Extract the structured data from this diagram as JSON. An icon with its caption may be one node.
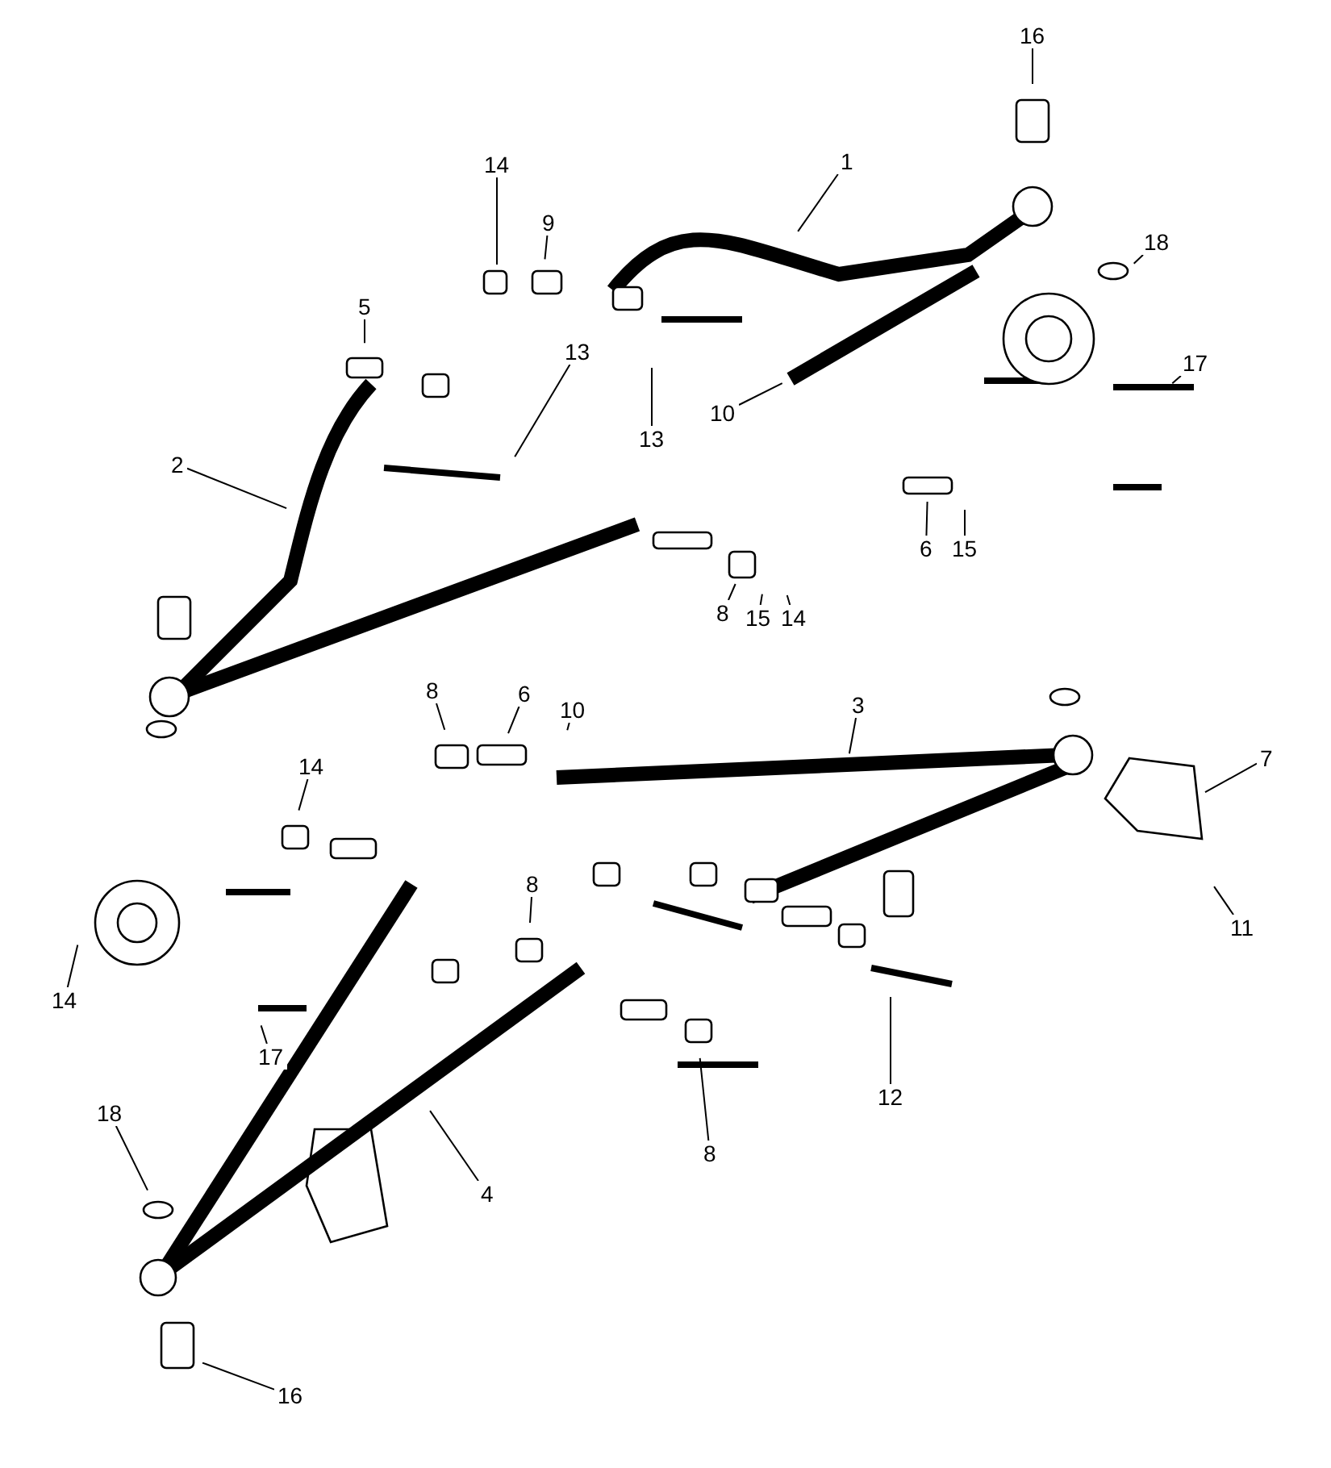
{
  "diagram": {
    "nodes": [
      {
        "text": [
          "16"
        ]
      },
      {
        "text": [
          "1"
        ]
      },
      {
        "text": [
          "14"
        ]
      },
      {
        "text": [
          "9"
        ]
      },
      {
        "text": [
          "18"
        ]
      },
      {
        "text": [
          "5"
        ]
      },
      {
        "text": [
          "13"
        ]
      },
      {
        "text": [
          "13"
        ]
      },
      {
        "text": [
          "10"
        ]
      },
      {
        "text": [
          "17"
        ]
      },
      {
        "text": [
          "2"
        ]
      },
      {
        "text": [
          "6"
        ]
      },
      {
        "text": [
          "15"
        ]
      },
      {
        "text": [
          "8"
        ]
      },
      {
        "text": [
          "15"
        ]
      },
      {
        "text": [
          "14"
        ]
      },
      {
        "text": [
          "8"
        ]
      },
      {
        "text": [
          "6"
        ]
      },
      {
        "text": [
          "10"
        ]
      },
      {
        "text": [
          "3"
        ]
      },
      {
        "text": [
          "7"
        ]
      },
      {
        "text": [
          "14"
        ]
      },
      {
        "text": [
          "11"
        ]
      },
      {
        "text": [
          "8"
        ]
      },
      {
        "text": [
          "14"
        ]
      },
      {
        "text": [
          "17"
        ]
      },
      {
        "text": [
          "12"
        ]
      },
      {
        "text": [
          "4"
        ]
      },
      {
        "text": [
          "8"
        ]
      },
      {
        "text": [
          "18"
        ]
      },
      {
        "text": [
          "16"
        ]
      }
    ],
    "edges": [
      {
        "from": 0,
        "to": null,
        "arrow": "none"
      },
      {
        "from": 1,
        "to": null,
        "arrow": "none"
      },
      {
        "from": 2,
        "to": null,
        "arrow": "none"
      },
      {
        "from": 3,
        "to": null,
        "arrow": "none"
      },
      {
        "from": 4,
        "to": null,
        "arrow": "none"
      },
      {
        "from": 5,
        "to": null,
        "arrow": "none"
      },
      {
        "from": 6,
        "to": null,
        "arrow": "none"
      },
      {
        "from": 7,
        "to": null,
        "arrow": "none"
      },
      {
        "from": 8,
        "to": null,
        "arrow": "none"
      },
      {
        "from": 9,
        "to": null,
        "arrow": "none"
      },
      {
        "from": 10,
        "to": null,
        "arrow": "none"
      },
      {
        "from": 11,
        "to": null,
        "arrow": "none"
      },
      {
        "from": 12,
        "to": null,
        "arrow": "none"
      },
      {
        "from": 13,
        "to": null,
        "arrow": "none"
      },
      {
        "from": 14,
        "to": null,
        "arrow": "none"
      },
      {
        "from": 15,
        "to": null,
        "arrow": "none"
      },
      {
        "from": 16,
        "to": null,
        "arrow": "none"
      },
      {
        "from": 17,
        "to": null,
        "arrow": "none"
      },
      {
        "from": 18,
        "to": null,
        "arrow": "none"
      },
      {
        "from": 19,
        "to": null,
        "arrow": "none"
      },
      {
        "from": 20,
        "to": null,
        "arrow": "none"
      },
      {
        "from": 21,
        "to": null,
        "arrow": "none"
      },
      {
        "from": 22,
        "to": null,
        "arrow": "none"
      },
      {
        "from": 23,
        "to": null,
        "arrow": "none"
      },
      {
        "from": 24,
        "to": null,
        "arrow": "none"
      },
      {
        "from": 25,
        "to": null,
        "arrow": "none"
      },
      {
        "from": 26,
        "to": null,
        "arrow": "none"
      },
      {
        "from": 27,
        "to": null,
        "arrow": "none"
      },
      {
        "from": 28,
        "to": null,
        "arrow": "none"
      },
      {
        "from": 29,
        "to": null,
        "arrow": "none"
      },
      {
        "from": 30,
        "to": null,
        "arrow": "none"
      }
    ]
  }
}
